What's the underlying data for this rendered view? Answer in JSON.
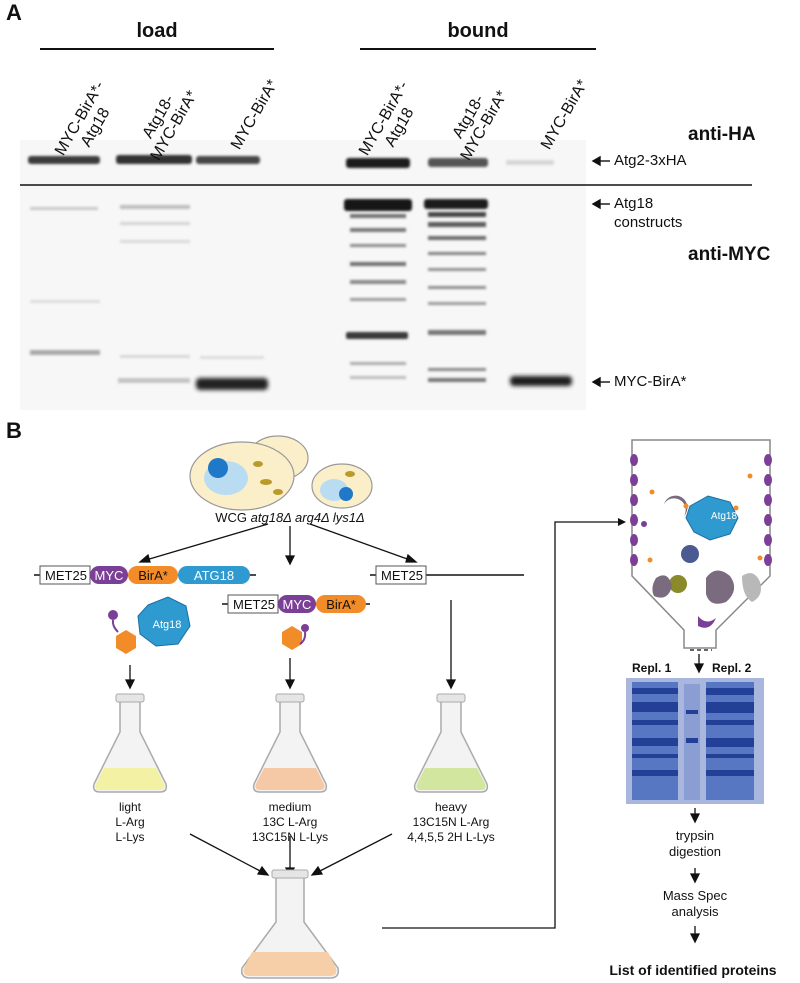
{
  "panel_a": {
    "letter": "A",
    "groups": {
      "load": "load",
      "bound": "bound"
    },
    "lanes": [
      [
        "MYC-BirA*-",
        "Atg18"
      ],
      [
        "Atg18-",
        "MYC-BirA*"
      ],
      [
        "MYC-BirA*"
      ],
      [
        "MYC-BirA*-",
        "Atg18"
      ],
      [
        "Atg18-",
        "MYC-BirA*"
      ],
      [
        "MYC-BirA*"
      ]
    ],
    "antibody_ha": "anti-HA",
    "antibody_myc": "anti-MYC",
    "band_atg2": "Atg2-3xHA",
    "band_atg18_line1": "Atg18",
    "band_atg18_line2": "constructs",
    "band_mycbira": "MYC-BirA*"
  },
  "panel_b": {
    "letter": "B",
    "strain_prefix": "WCG ",
    "strain_italic": "atg18Δ arg4Δ lys1Δ",
    "constructs": {
      "met25": "MET25",
      "myc": "MYC",
      "bira": "BirA*",
      "atg18": "ATG18",
      "atg18_protein": "Atg18"
    },
    "light": [
      "light",
      "L-Arg",
      "L-Lys"
    ],
    "medium": [
      "medium",
      "13C L-Arg",
      "13C15N L-Lys"
    ],
    "heavy": [
      "heavy",
      "13C15N L-Arg",
      "4,4,5,5 2H L-Lys"
    ],
    "bead_label": "Atg18",
    "repl1": "Repl. 1",
    "repl2": "Repl. 2",
    "steps": [
      [
        "trypsin",
        "digestion"
      ],
      [
        "Mass Spec",
        "analysis"
      ]
    ],
    "final": "List of identified proteins"
  },
  "colors": {
    "myc": "#7b3f97",
    "bira": "#f28c28",
    "atg18": "#2e9ad0",
    "light_media": "#f3f1a4",
    "medium_media": "#f6c9a6",
    "heavy_media": "#d3e6a0",
    "mix_media": "#f6cfa8",
    "gel": "#3b63b5"
  }
}
